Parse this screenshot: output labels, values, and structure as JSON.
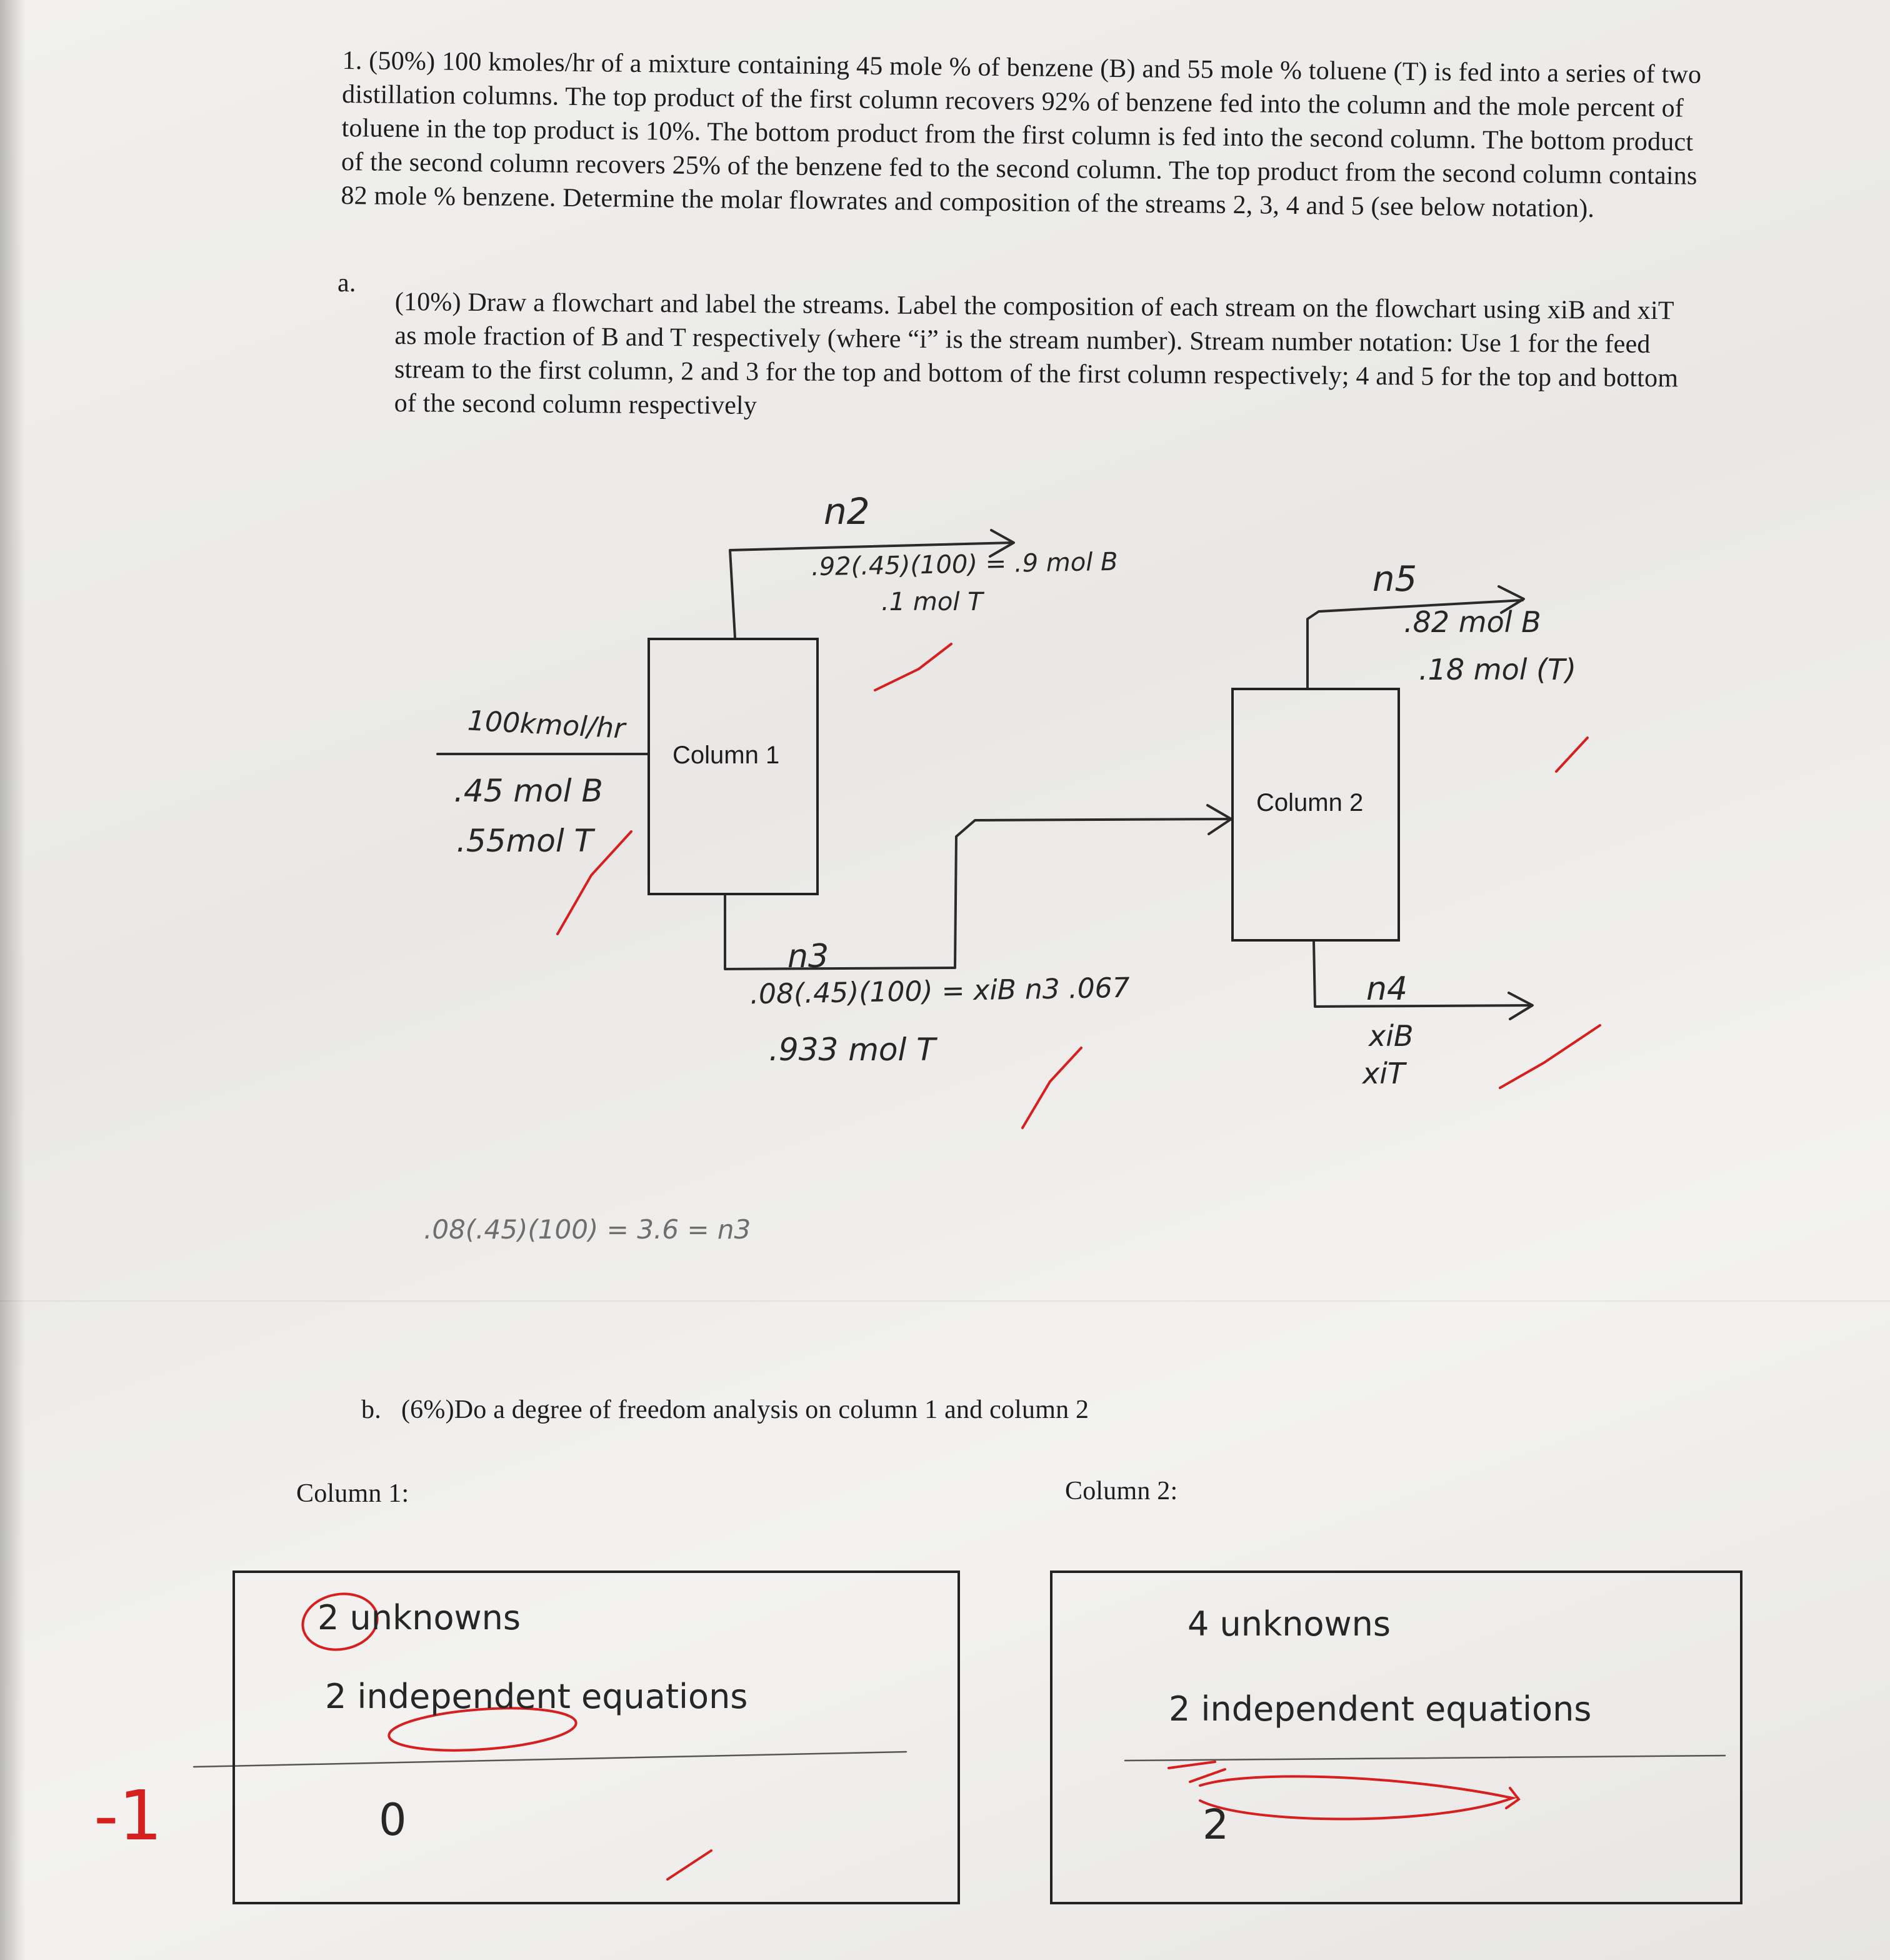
{
  "problem": {
    "text": "1. (50%) 100 kmoles/hr of a mixture containing 45 mole % of benzene (B) and 55 mole % toluene (T) is fed into a series of two distillation columns. The top product of the first column recovers 92% of benzene fed into the column and the mole percent of toluene in the top product is 10%. The bottom product from the first column is fed into the second column. The bottom product of the second column recovers 25% of the benzene fed to the second column. The top product from the second column contains 82 mole % benzene. Determine the molar flowrates and composition of the streams 2, 3, 4 and 5 (see below notation)."
  },
  "part_a": {
    "letter": "a.",
    "text": "(10%) Draw a flowchart and label the streams. Label the composition of each stream on the flowchart using xiB and xiT as mole fraction of B and T respectively (where “i” is the stream number). Stream number notation: Use 1 for the feed stream to the first column, 2 and 3 for the top and bottom of the first column respectively; 4 and 5 for the top and bottom of the second column respectively"
  },
  "flowchart": {
    "column1_label": "Column 1",
    "column2_label": "Column 2",
    "feed": {
      "flow": "100kmol/hr",
      "benzene": ".45 mol B",
      "toluene": ".55mol T"
    },
    "stream2": {
      "symbol": "n2",
      "benzene": ".92(.45)(100) = .9 mol B",
      "toluene": ".1 mol T"
    },
    "stream3": {
      "symbol": "n3",
      "benzene": ".08(.45)(100) = xiB n3 .067",
      "toluene": ".933 mol T"
    },
    "stream5": {
      "symbol": "n5",
      "benzene": ".82 mol B",
      "toluene": ".18 mol (T)"
    },
    "stream4": {
      "symbol": "n4",
      "benzene": "xiB",
      "toluene": "xiT"
    },
    "scratch": ".08(.45)(100) = 3.6 = n3"
  },
  "part_b": {
    "text": "b.   (6%)Do a degree of freedom analysis on column 1 and column 2",
    "column1_heading": "Column 1:",
    "column2_heading": "Column 2:",
    "column1": {
      "unknowns": "2 unknowns",
      "equations": "2 independent equations",
      "dof": "0"
    },
    "column2": {
      "unknowns": "4 unknowns",
      "equations": "2 independent equations",
      "dof": "2"
    }
  },
  "grading": {
    "deduction": "-1"
  },
  "colors": {
    "ink": "#262626",
    "red_pen": "#d61f1f",
    "paper": "#efeeec"
  }
}
